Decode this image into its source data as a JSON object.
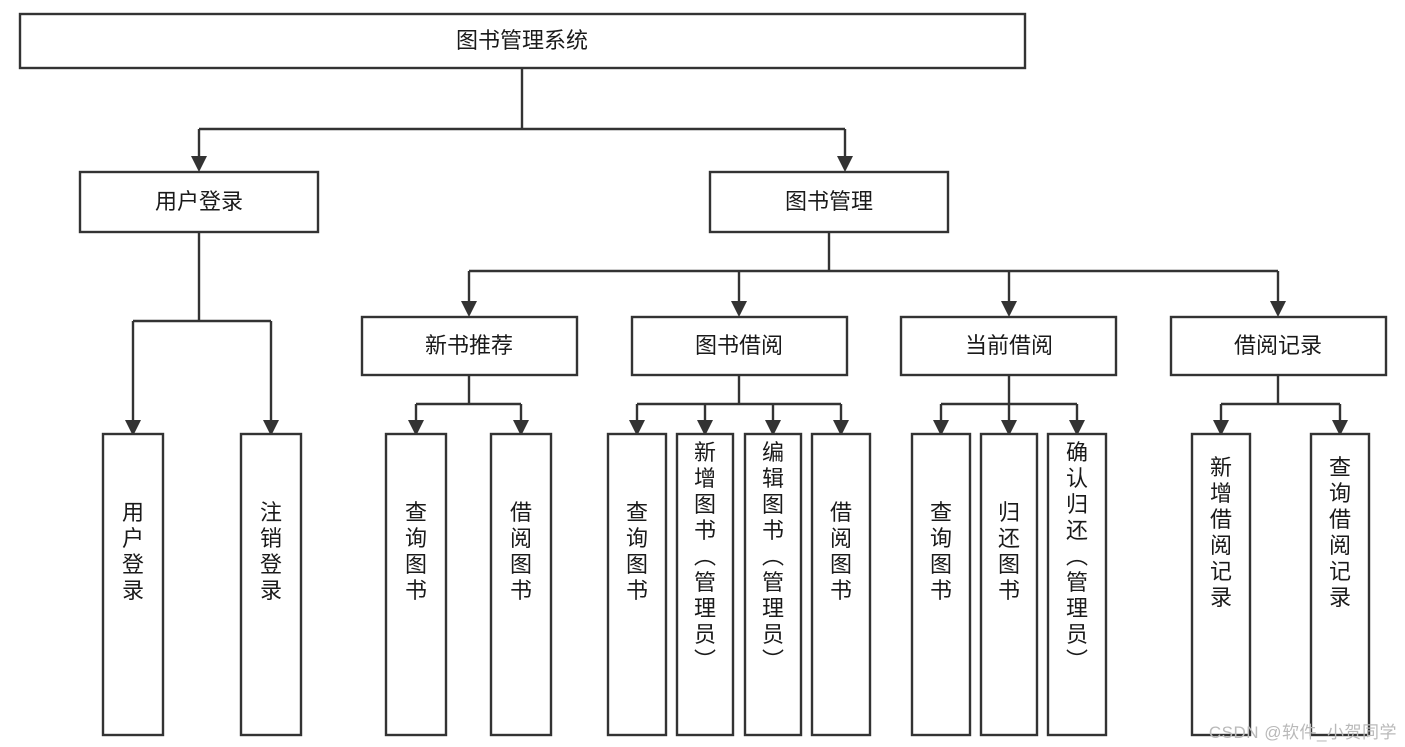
{
  "diagram": {
    "type": "tree-hierarchy",
    "title": "图书管理系统",
    "orientation": "top-down",
    "colors": {
      "box_stroke": "#333333",
      "box_fill": "#ffffff",
      "text": "#1a1a1a",
      "watermark": "#b9b9b9"
    },
    "root": {
      "id": "root",
      "label": "图书管理系统",
      "text_orientation": "horizontal"
    },
    "level2": [
      {
        "id": "user-login",
        "label": "用户登录",
        "text_orientation": "horizontal"
      },
      {
        "id": "book-management",
        "label": "图书管理",
        "text_orientation": "horizontal"
      }
    ],
    "level3": [
      {
        "id": "new-book-recommend",
        "label": "新书推荐",
        "parent": "book-management",
        "text_orientation": "horizontal"
      },
      {
        "id": "book-borrow",
        "label": "图书借阅",
        "parent": "book-management",
        "text_orientation": "horizontal"
      },
      {
        "id": "current-borrow",
        "label": "当前借阅",
        "parent": "book-management",
        "text_orientation": "horizontal"
      },
      {
        "id": "borrow-record",
        "label": "借阅记录",
        "parent": "book-management",
        "text_orientation": "horizontal"
      }
    ],
    "leaves": [
      {
        "id": "leaf-user-login",
        "label": "用户登录",
        "parent": "user-login",
        "text_orientation": "vertical"
      },
      {
        "id": "leaf-user-logout",
        "label": "注销登录",
        "parent": "user-login",
        "text_orientation": "vertical"
      },
      {
        "id": "leaf-query-book-1",
        "label": "查询图书",
        "parent": "new-book-recommend",
        "text_orientation": "vertical"
      },
      {
        "id": "leaf-borrow-book-1",
        "label": "借阅图书",
        "parent": "new-book-recommend",
        "text_orientation": "vertical"
      },
      {
        "id": "leaf-query-book-2",
        "label": "查询图书",
        "parent": "book-borrow",
        "text_orientation": "vertical"
      },
      {
        "id": "leaf-add-book",
        "label": "新增图书（管理员）",
        "parent": "book-borrow",
        "text_orientation": "vertical"
      },
      {
        "id": "leaf-edit-book",
        "label": "编辑图书（管理员）",
        "parent": "book-borrow",
        "text_orientation": "vertical"
      },
      {
        "id": "leaf-borrow-book-2",
        "label": "借阅图书",
        "parent": "book-borrow",
        "text_orientation": "vertical"
      },
      {
        "id": "leaf-query-book-3",
        "label": "查询图书",
        "parent": "current-borrow",
        "text_orientation": "vertical"
      },
      {
        "id": "leaf-return-book",
        "label": "归还图书",
        "parent": "current-borrow",
        "text_orientation": "vertical"
      },
      {
        "id": "leaf-confirm-return",
        "label": "确认归还（管理员）",
        "parent": "current-borrow",
        "text_orientation": "vertical"
      },
      {
        "id": "leaf-add-record",
        "label": "新增借阅记录",
        "parent": "borrow-record",
        "text_orientation": "vertical"
      },
      {
        "id": "leaf-query-record",
        "label": "查询借阅记录",
        "parent": "borrow-record",
        "text_orientation": "vertical"
      }
    ]
  },
  "watermark": {
    "text": "CSDN @软件_小贺同学"
  }
}
